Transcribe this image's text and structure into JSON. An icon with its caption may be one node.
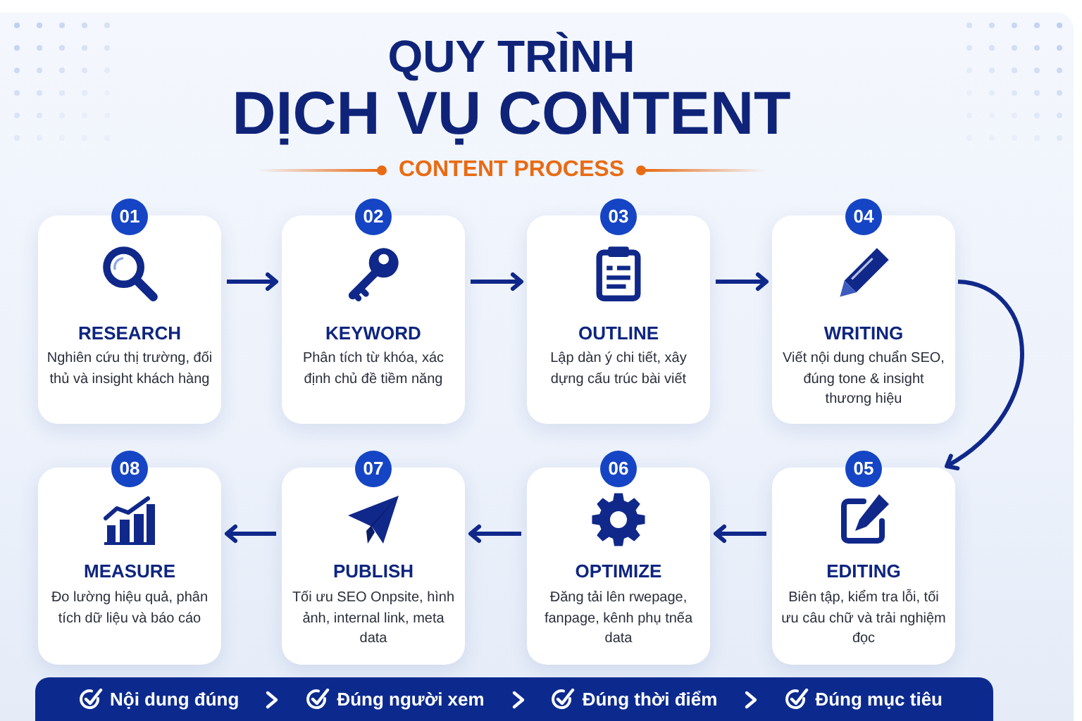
{
  "diagram": {
    "title": "QUY TRÌNH DỊCH VỤ CONTENT",
    "nodes": [
      {
        "text": [
          "01",
          "RESEARCH",
          "Nghiên cứu thị trường, đối thủ và insight khách hàng"
        ]
      },
      {
        "text": [
          "02",
          "KEYWORD",
          "Phân tích từ khóa, xác định chủ đề tiềm năng"
        ]
      },
      {
        "text": [
          "03",
          "OUTLINE",
          "Lập dàn ý chi tiết, xây dựng cấu trúc bài viết"
        ]
      },
      {
        "text": [
          "04",
          "WRITING",
          "Viết nội dung chuẩn SEO, đúng tone & insight thương hiệu"
        ]
      },
      {
        "text": [
          "05",
          "EDITING",
          "Biên tập, kiểm tra lỗi, tối ưu câu chữ và trải nghiệm đọc"
        ]
      },
      {
        "text": [
          "06",
          "OPTIMIZE",
          "Đăng tải lên rwepage, fanpage, kênh phụ tnếa data"
        ]
      },
      {
        "text": [
          "07",
          "PUBLISH",
          "Tối ưu SEO Onpsite, hình ảnh, internal link, meta data"
        ]
      },
      {
        "text": [
          "08",
          "MEASURE",
          "Đo lường hiệu quả, phân tích dữ liệu và báo cáo"
        ]
      },
      {
        "text": [
          "Nội dung đúng",
          "Đúng người xem",
          "Đúng thời điểm",
          "Đúng mục tiêu"
        ]
      }
    ],
    "edges": [
      {
        "from": 0,
        "to": 1,
        "arrow": "to"
      },
      {
        "from": 1,
        "to": 2,
        "arrow": "to"
      },
      {
        "from": 2,
        "to": 3,
        "arrow": "to"
      },
      {
        "from": 3,
        "to": 4,
        "arrow": "to"
      },
      {
        "from": 4,
        "to": 5,
        "arrow": "to"
      },
      {
        "from": 5,
        "to": 6,
        "arrow": "to"
      },
      {
        "from": 6,
        "to": 7,
        "arrow": "to"
      }
    ],
    "labels": [
      "CONTENT PROCESS"
    ]
  }
}
